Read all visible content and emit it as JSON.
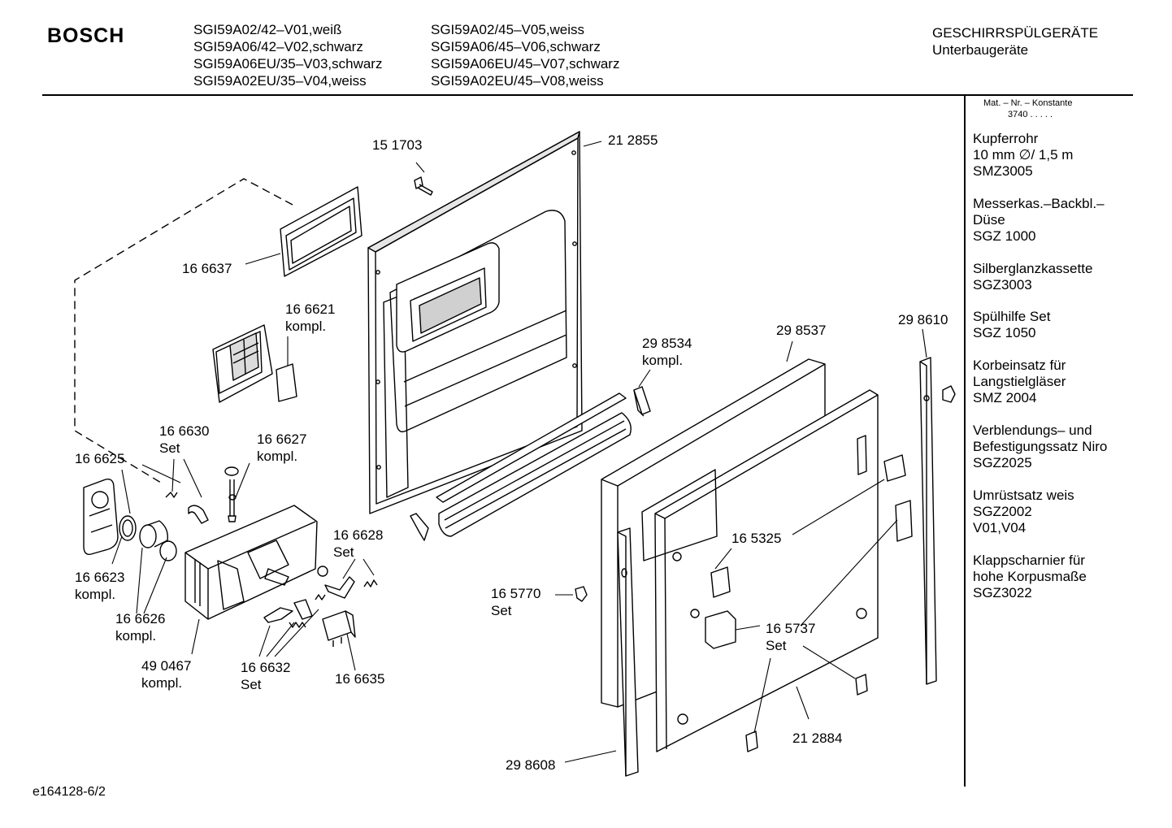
{
  "header": {
    "brand": "BOSCH",
    "models_col1": [
      "SGI59A02/42–V01,weiß",
      "SGI59A06/42–V02,schwarz",
      "SGI59A06EU/35–V03,schwarz",
      "SGI59A02EU/35–V04,weiss"
    ],
    "models_col2": [
      "SGI59A02/45–V05,weiss",
      "SGI59A06/45–V06,schwarz",
      "SGI59A06EU/45–V07,schwarz",
      "SGI59A02EU/45–V08,weiss"
    ],
    "category": "GESCHIRRSPÜLGERÄTE",
    "subcategory": "Unterbaugeräte"
  },
  "sidebar": {
    "mat_title": "Mat. – Nr. – Konstante",
    "mat_value": "3740 . . . . .",
    "accessories": [
      {
        "line1": "Kupferrohr",
        "line2": "10 mm ∅/ 1,5 m",
        "line3": "SMZ3005"
      },
      {
        "line1": "Messerkas.–Backbl.–",
        "line2": "Düse",
        "line3": "SGZ 1000"
      },
      {
        "line1": "Silberglanzkassette",
        "line2": "SGZ3003",
        "line3": ""
      },
      {
        "line1": "Spülhilfe Set",
        "line2": "SGZ 1050",
        "line3": ""
      },
      {
        "line1": "Korbeinsatz für",
        "line2": "Langstielgläser",
        "line3": "SMZ 2004"
      },
      {
        "line1": "Verblendungs– und",
        "line2": "Befestigungssatz Niro",
        "line3": "SGZ2025"
      },
      {
        "line1": "Umrüstsatz weis",
        "line2": "SGZ2002",
        "line3": "V01,V04"
      },
      {
        "line1": "Klappscharnier für",
        "line2": "hohe Korpusmaße",
        "line3": "SGZ3022"
      }
    ]
  },
  "parts": {
    "p151703": "15 1703",
    "p212855": "21 2855",
    "p166637": "16 6637",
    "p166621": "16 6621",
    "p166621_sub": "kompl.",
    "p298534": "29 8534",
    "p298534_sub": "kompl.",
    "p298537": "29 8537",
    "p298610": "29 8610",
    "p166630": "16 6630",
    "p166630_sub": "Set",
    "p166627": "16 6627",
    "p166627_sub": "kompl.",
    "p166625": "16 6625",
    "p166628": "16 6628",
    "p166628_sub": "Set",
    "p165325": "16 5325",
    "p166623": "16 6623",
    "p166623_sub": "kompl.",
    "p165770": "16 5770",
    "p165770_sub": "Set",
    "p166626": "16 6626",
    "p166626_sub": "kompl.",
    "p165737": "16 5737",
    "p165737_sub": "Set",
    "p490467": "49 0467",
    "p490467_sub": "kompl.",
    "p166632": "16 6632",
    "p166632_sub": "Set",
    "p166635": "16 6635",
    "p212884": "21 2884",
    "p298608": "29 8608"
  },
  "footer": {
    "code": "e164128-6/2"
  }
}
